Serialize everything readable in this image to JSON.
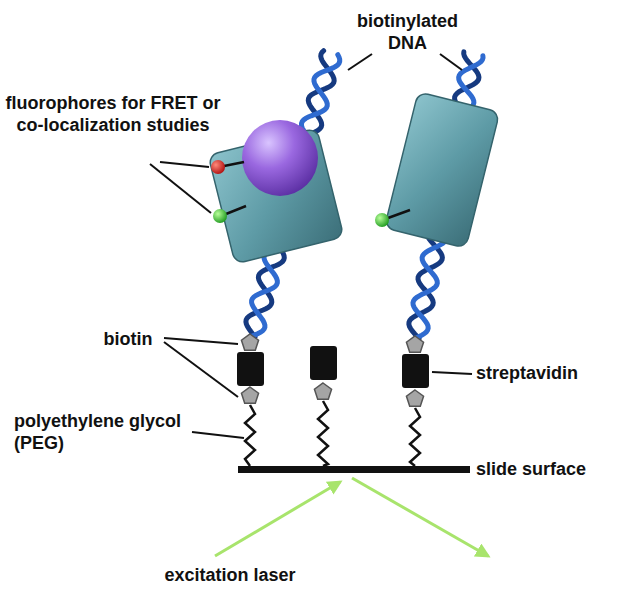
{
  "diagram": {
    "labels": [
      "biotinylated DNA",
      "fluorophores for FRET or co-localization studies",
      "biotin",
      "polyethylene glycol (PEG)",
      "streptavidin",
      "slide surface",
      "excitation laser"
    ]
  }
}
